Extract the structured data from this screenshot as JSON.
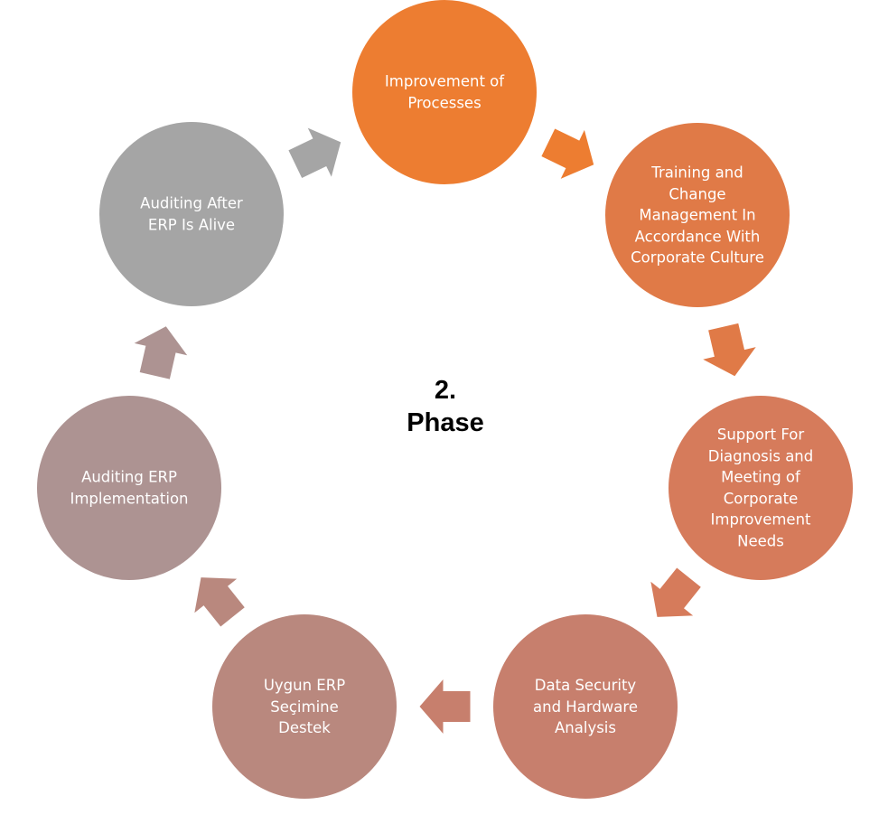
{
  "center_label": {
    "line1": "2.",
    "line2": "Phase"
  },
  "nodes": [
    {
      "label": "Improvement of Processes",
      "color": "#ED7D31"
    },
    {
      "label": "Training and Change Management In Accordance With Corporate Culture",
      "color": "#E07A47"
    },
    {
      "label": "Support For Diagnosis and Meeting of Corporate Improvement Needs",
      "color": "#D67B5B"
    },
    {
      "label": "Data Security and Hardware Analysis",
      "color": "#C77F6D"
    },
    {
      "label": "Uygun ERP Seçimine Destek",
      "color": "#B9887E"
    },
    {
      "label": "Auditing ERP Implementation",
      "color": "#AD9392"
    },
    {
      "label": "Auditing After ERP Is Alive",
      "color": "#A5A5A5"
    }
  ]
}
